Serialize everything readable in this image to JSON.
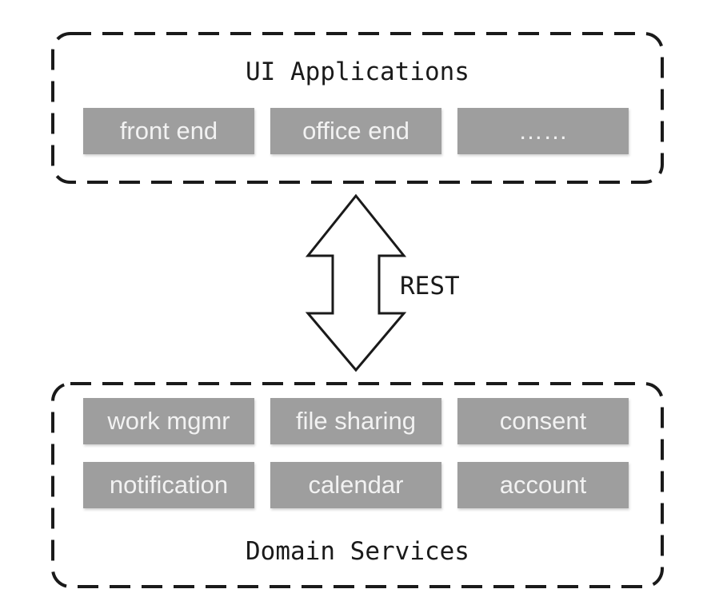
{
  "ui_applications": {
    "title": "UI Applications",
    "items": [
      "front end",
      "office end",
      "……"
    ]
  },
  "connector": {
    "label": "REST"
  },
  "domain_services": {
    "title": "Domain Services",
    "items": [
      "work mgmr",
      "file sharing",
      "consent",
      "notification",
      "calendar",
      "account"
    ]
  },
  "colors": {
    "box_fill": "#9e9e9e",
    "box_text": "#f2f2f2",
    "line": "#1a1a1a"
  }
}
